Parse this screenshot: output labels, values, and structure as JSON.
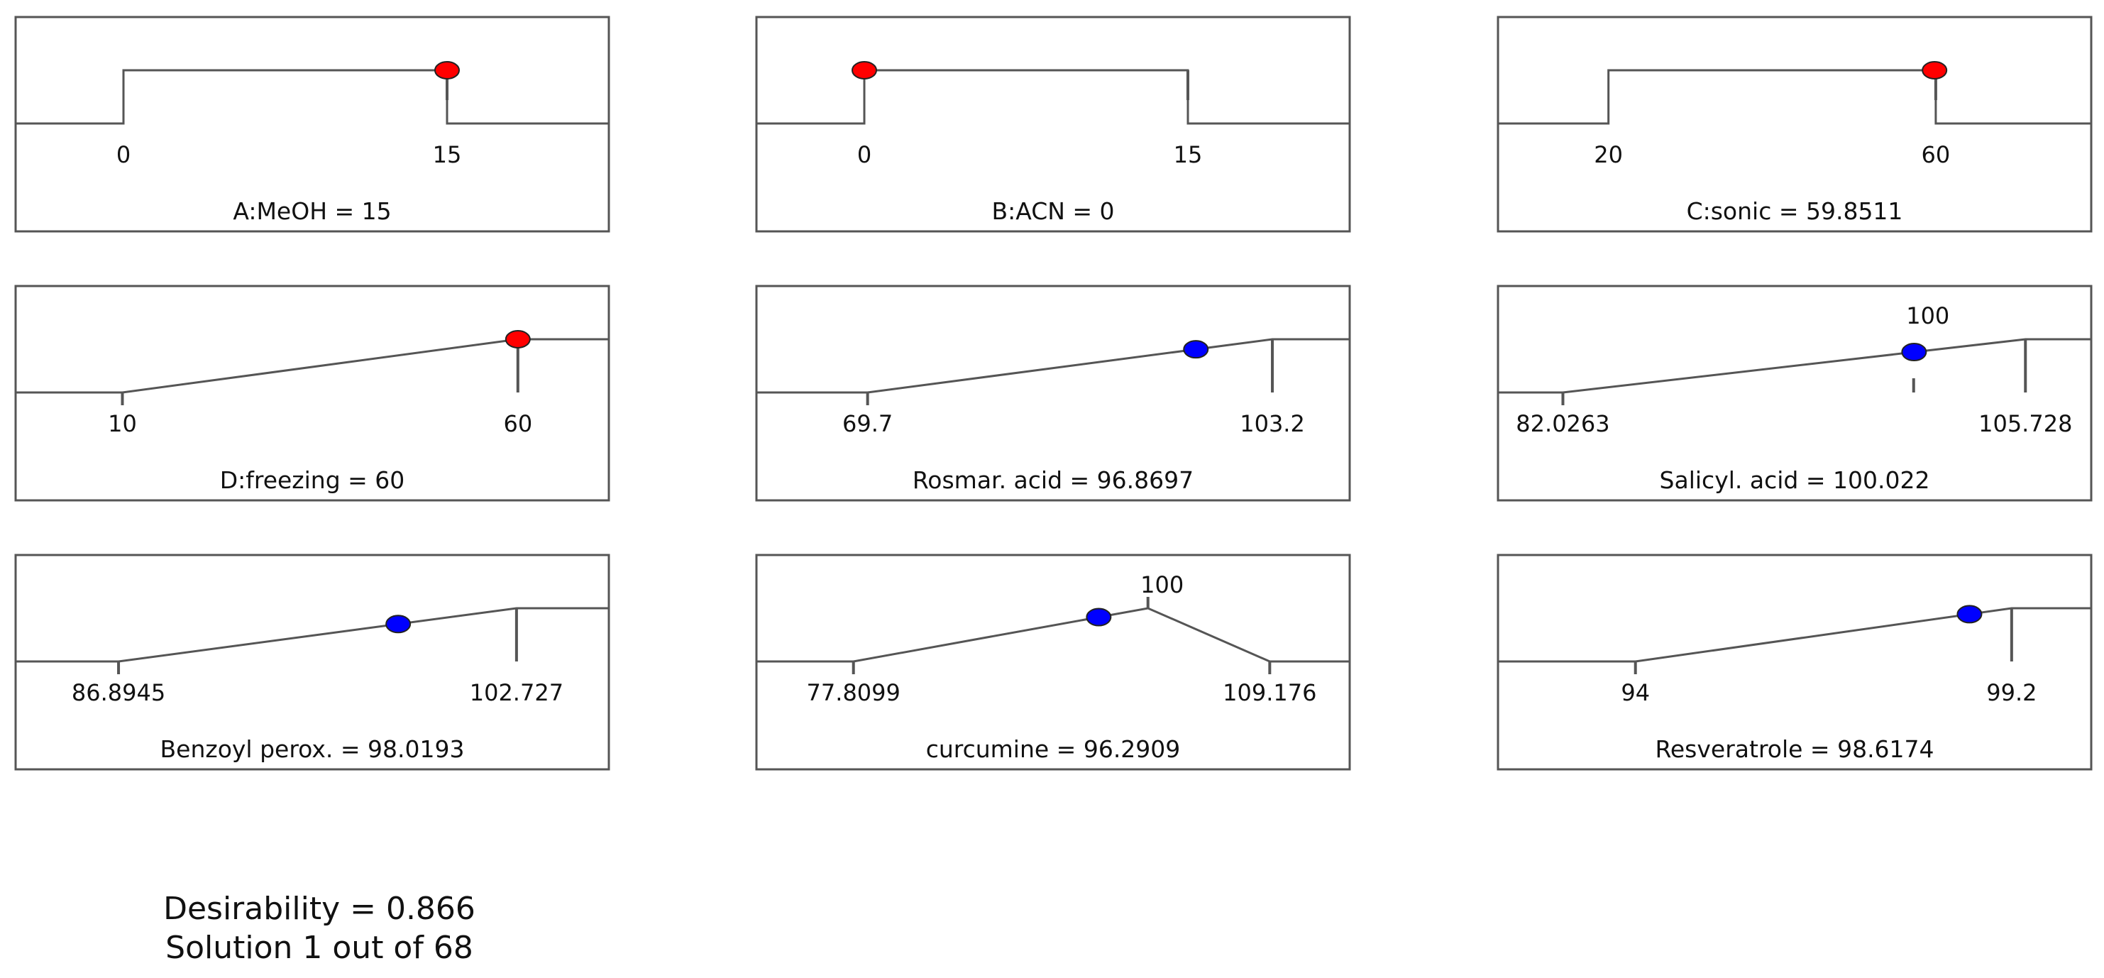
{
  "chart_data": [
    {
      "type": "ramp",
      "label": "A:MeOH = 15",
      "ticks": [
        {
          "text": "0",
          "value": 0
        },
        {
          "text": "15",
          "value": 15
        }
      ],
      "xlim": [
        -5,
        22.5
      ],
      "shape": "box",
      "low": 0,
      "high": 15,
      "current": 15,
      "point_color": "#ff0000"
    },
    {
      "type": "ramp",
      "label": "B:ACN = 0",
      "ticks": [
        {
          "text": "0",
          "value": 0
        },
        {
          "text": "15",
          "value": 15
        }
      ],
      "xlim": [
        -5,
        22.5
      ],
      "shape": "box",
      "low": 0,
      "high": 15,
      "current": 0,
      "point_color": "#ff0000"
    },
    {
      "type": "ramp",
      "label": "C:sonic = 59.8511",
      "ticks": [
        {
          "text": "20",
          "value": 20
        },
        {
          "text": "60",
          "value": 60
        }
      ],
      "xlim": [
        6.5,
        79
      ],
      "shape": "box",
      "low": 20,
      "high": 60,
      "current": 59.8511,
      "point_color": "#ff0000"
    },
    {
      "type": "ramp",
      "label": "D:freezing = 60",
      "ticks": [
        {
          "text": "10",
          "value": 10
        },
        {
          "text": "60",
          "value": 60
        }
      ],
      "xlim": [
        -3.5,
        71.5
      ],
      "shape": "up",
      "low": 10,
      "high": 60,
      "current": 60,
      "point_color": "#ff0000"
    },
    {
      "type": "ramp",
      "label": "Rosmar. acid = 96.8697",
      "ticks": [
        {
          "text": "69.7",
          "value": 69.7
        },
        {
          "text": "103.2",
          "value": 103.2
        }
      ],
      "xlim": [
        60.5,
        109.6
      ],
      "shape": "up",
      "low": 69.7,
      "high": 103.2,
      "current": 96.8697,
      "point_color": "#0000ff"
    },
    {
      "type": "ramp",
      "label": "Salicyl. acid = 100.022",
      "ticks": [
        {
          "text": "82.0263",
          "value": 82.0263
        },
        {
          "text": "105.728",
          "value": 105.728
        }
      ],
      "target_label": "100",
      "target": 100,
      "xlim": [
        78.7,
        109.1
      ],
      "shape": "up",
      "low": 82.0263,
      "high": 105.728,
      "current": 100.022,
      "point_color": "#0000ff"
    },
    {
      "type": "ramp",
      "label": "Benzoyl perox. = 98.0193",
      "ticks": [
        {
          "text": "86.8945",
          "value": 86.8945
        },
        {
          "text": "102.727",
          "value": 102.727
        }
      ],
      "xlim": [
        82.8,
        106.4
      ],
      "shape": "up",
      "low": 86.8945,
      "high": 102.727,
      "current": 98.0193,
      "point_color": "#0000ff"
    },
    {
      "type": "ramp",
      "label": "curcumine = 96.2909",
      "ticks": [
        {
          "text": "77.8099",
          "value": 77.8099
        },
        {
          "text": "109.176",
          "value": 109.176
        }
      ],
      "target_label": "100",
      "target": 100,
      "xlim": [
        70.5,
        115.2
      ],
      "shape": "peak",
      "low": 77.8099,
      "high": 109.176,
      "current": 96.2909,
      "point_color": "#0000ff"
    },
    {
      "type": "ramp",
      "label": "Resveratrole = 98.6174",
      "ticks": [
        {
          "text": "94",
          "value": 94
        },
        {
          "text": "99.2",
          "value": 99.2
        }
      ],
      "xlim": [
        92.1,
        100.3
      ],
      "shape": "up",
      "low": 94,
      "high": 99.2,
      "current": 98.6174,
      "point_color": "#0000ff"
    }
  ],
  "footer": {
    "desirability": "Desirability = 0.866",
    "solution": "Solution 1 out of 68"
  }
}
